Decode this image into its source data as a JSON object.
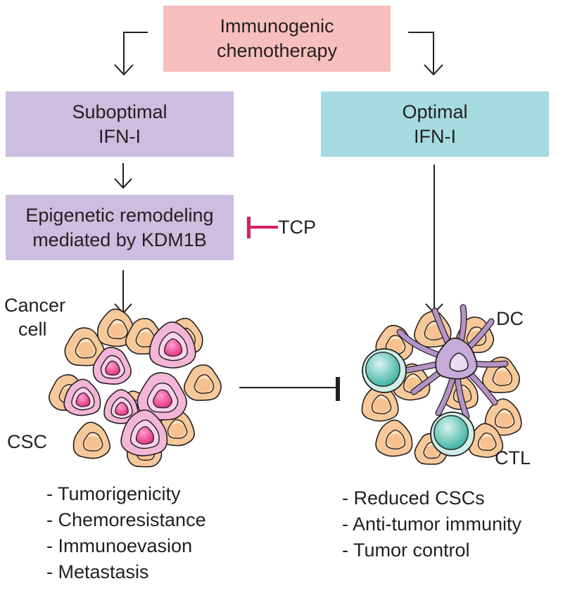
{
  "boxes": {
    "top": {
      "line1": "Immunogenic",
      "line2": "chemotherapy"
    },
    "suboptimal": {
      "line1": "Suboptimal",
      "line2": "IFN-I"
    },
    "optimal": {
      "line1": "Optimal",
      "line2": "IFN-I"
    },
    "epigenetic": {
      "line1": "Epigenetic remodeling",
      "line2": "mediated by KDM1B"
    }
  },
  "labels": {
    "inhibitor": "TCP",
    "cancer_cell_line1": "Cancer",
    "cancer_cell_line2": "cell",
    "csc": "CSC",
    "dc": "DC",
    "ctl": "CTL"
  },
  "left_outcomes": [
    "- Tumorigenicity",
    "- Chemoresistance",
    "- Immunoevasion",
    "- Metastasis"
  ],
  "right_outcomes": [
    "- Reduced CSCs",
    "- Anti-tumor immunity",
    "- Tumor control"
  ],
  "colors": {
    "top_box": "#f6bfbd",
    "ifn_box_suboptimal": "#cdbde0",
    "ifn_box_optimal": "#a6dbe1",
    "inhibitor_mark": "#d81e5b",
    "cancer_cell": "#f7c99a",
    "csc_cell": "#f3b6d6",
    "dc_cell": "#b493c8",
    "ctl_cell": "#6fc8bb"
  }
}
